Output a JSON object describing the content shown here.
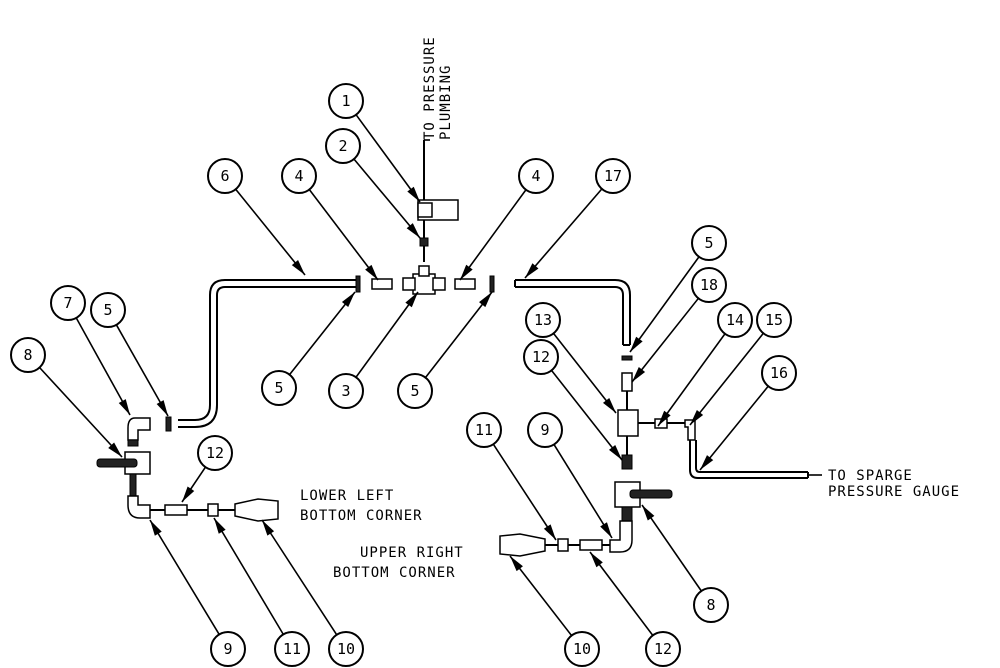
{
  "labels": {
    "to_pressure_line1": "TO PRESSURE",
    "to_pressure_line2": "PLUMBING",
    "to_sparge_line1": "TO SPARGE",
    "to_sparge_line2": "PRESSURE GAUGE",
    "lower_left_line1": "LOWER LEFT",
    "lower_left_line2": "BOTTOM CORNER",
    "upper_right_line1": "UPPER RIGHT",
    "upper_right_line2": "BOTTOM CORNER"
  },
  "balloons": [
    {
      "id": "b1",
      "num": "1"
    },
    {
      "id": "b2",
      "num": "2"
    },
    {
      "id": "b6",
      "num": "6"
    },
    {
      "id": "b4a",
      "num": "4"
    },
    {
      "id": "b4b",
      "num": "4"
    },
    {
      "id": "b17",
      "num": "17"
    },
    {
      "id": "b5a",
      "num": "5"
    },
    {
      "id": "b18",
      "num": "18"
    },
    {
      "id": "b7",
      "num": "7"
    },
    {
      "id": "b5b",
      "num": "5"
    },
    {
      "id": "b13",
      "num": "13"
    },
    {
      "id": "b14",
      "num": "14"
    },
    {
      "id": "b15",
      "num": "15"
    },
    {
      "id": "b8a",
      "num": "8"
    },
    {
      "id": "b12a",
      "num": "12"
    },
    {
      "id": "b5c",
      "num": "5"
    },
    {
      "id": "b3",
      "num": "3"
    },
    {
      "id": "b5d",
      "num": "5"
    },
    {
      "id": "b16",
      "num": "16"
    },
    {
      "id": "b11a",
      "num": "11"
    },
    {
      "id": "b9a",
      "num": "9"
    },
    {
      "id": "b12b",
      "num": "12"
    },
    {
      "id": "b9b",
      "num": "9"
    },
    {
      "id": "b11b",
      "num": "11"
    },
    {
      "id": "b10a",
      "num": "10"
    },
    {
      "id": "b8b",
      "num": "8"
    },
    {
      "id": "b10b",
      "num": "10"
    },
    {
      "id": "b12c",
      "num": "12"
    }
  ]
}
